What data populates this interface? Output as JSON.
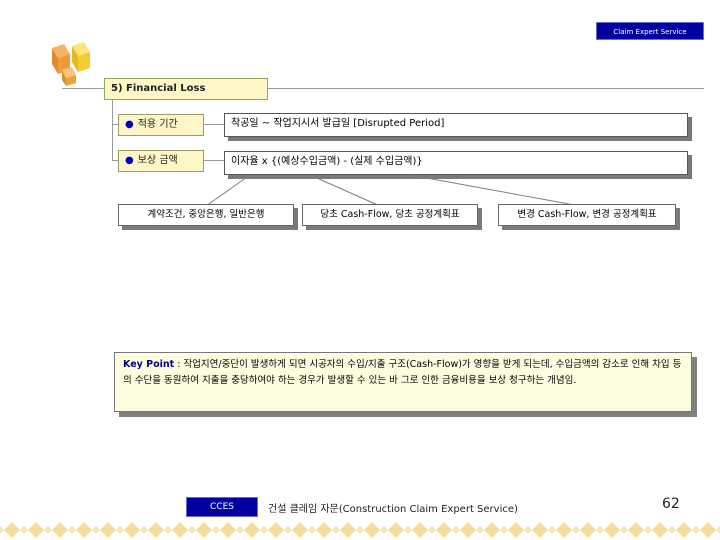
{
  "header": {
    "badge": "Claim Expert Service"
  },
  "section": {
    "title": "5) Financial Loss"
  },
  "rows": [
    {
      "label": "적용 기간",
      "content": "착공일 ~ 작업지시서 발급일 [Disrupted Period]"
    },
    {
      "label": "보상 금액",
      "content": "이자율  x  {(예상수입금액)  -  (실제 수입금액)}"
    }
  ],
  "sources": [
    "계약조건, 중앙은행, 일반은행",
    "당초 Cash-Flow, 당초 공정계획표",
    "변경 Cash-Flow, 변경 공정계획표"
  ],
  "key_point": {
    "label": "Key Point",
    "text": " : 작업지연/중단이 발생하게 되면 시공자의 수입/지출 구조(Cash-Flow)가 영향을 받게 되는데, 수입금액의 감소로 인해 차입 등의 수단을 동원하여 지출을 충당하여야 하는 경우가 발생할 수 있는 바 그로 인한 금융비용을 보상 청구하는 개념임."
  },
  "footer": {
    "badge": "CCES",
    "text": "건설 클레임 자문(Construction Claim Expert Service)",
    "page": "62"
  }
}
